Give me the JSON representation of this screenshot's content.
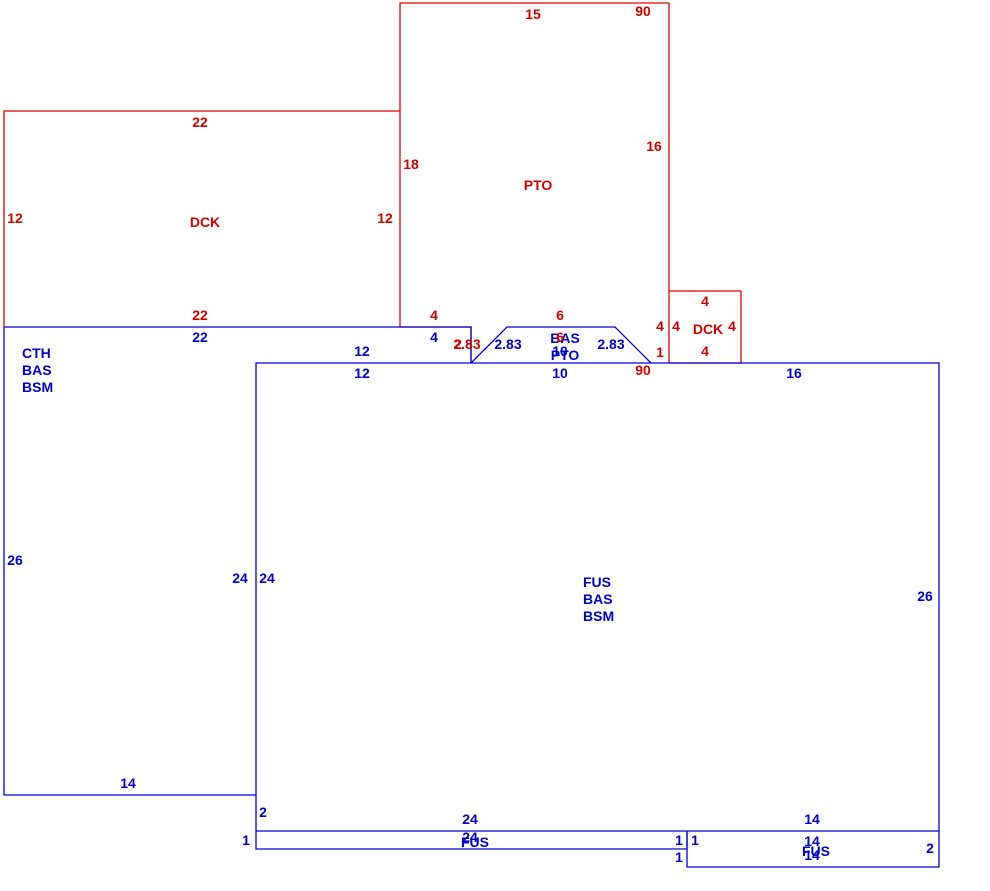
{
  "colors": {
    "red": "#d00000",
    "blue": "#0000c8"
  },
  "areas": {
    "dck_large": {
      "label": "DCK",
      "top": "22",
      "bottom": "22",
      "left": "12",
      "right": "12"
    },
    "pto_large": {
      "label": "PTO",
      "top": "15",
      "angle": "90",
      "left": "18",
      "right": "16",
      "bottom_left": "4",
      "bottom_right": "4",
      "dim_1": "1",
      "angle_bottom": "90"
    },
    "dck_small": {
      "label": "DCK",
      "top": "4",
      "bottom": "4",
      "left": "4",
      "right": "4"
    },
    "bay": {
      "top": "6",
      "left_diag": "2.83",
      "right_diag": "2.83",
      "bottom": "10",
      "label_1": "BAS",
      "label_2": "PTO",
      "red_diag": "2.83",
      "red_diag_2": "2",
      "overlap_1": "6",
      "overlap_2": "10"
    },
    "cth_bas_bsm": {
      "line_1": "CTH",
      "line_2": "BAS",
      "line_3": "BSM",
      "top": "22",
      "left": "26",
      "right": "24",
      "bottom": "14",
      "step_top": "4",
      "step_12_top": "12"
    },
    "fus_main": {
      "line_1": "FUS",
      "line_2": "BAS",
      "line_3": "BSM",
      "top_left": "12",
      "top_mid": "10",
      "top_right": "16",
      "left": "24",
      "right": "26",
      "bottom": "24",
      "step_left": "2"
    },
    "fus_strip_left": {
      "label": "FUS",
      "top": "24",
      "overlap_top": "24",
      "left": "1",
      "right": "1"
    },
    "fus_strip_right": {
      "label": "FUS",
      "top": "14",
      "top_2": "14",
      "overlap": "14",
      "left": "1",
      "left_2": "1",
      "right": "2"
    }
  }
}
